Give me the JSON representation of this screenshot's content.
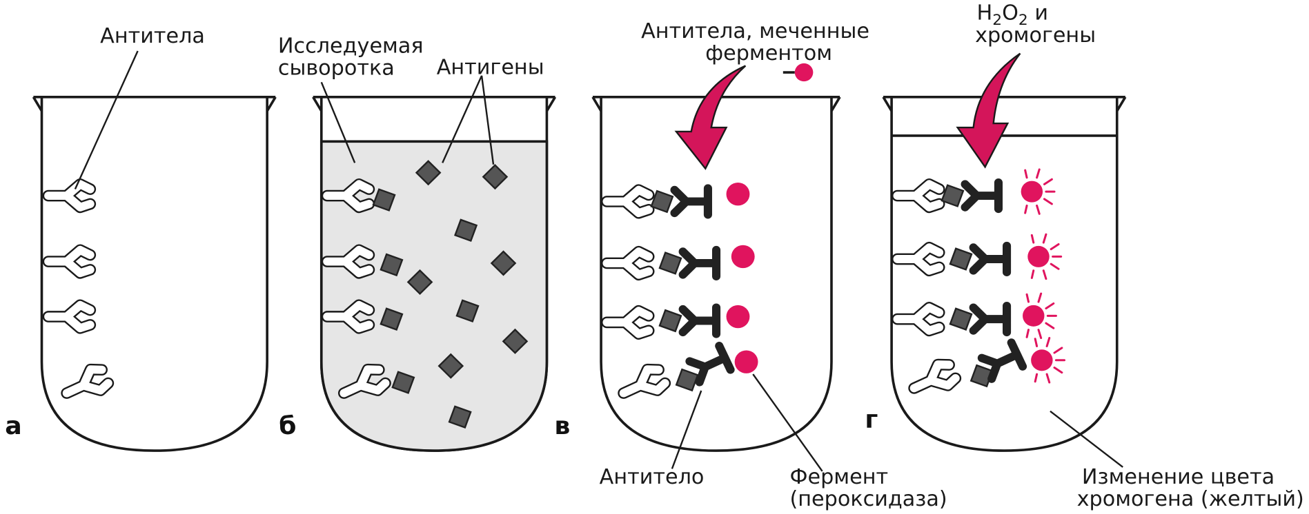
{
  "panels": {
    "a": {
      "letter": "а",
      "label_antibodies": "Антитела"
    },
    "b": {
      "letter": "б",
      "label_serum_line1": "Исследуемая",
      "label_serum_line2": "сыворотка",
      "label_antigens": "Антигены"
    },
    "v": {
      "letter": "в",
      "label_labeled_line1": "Антитела, меченные",
      "label_labeled_line2": "ферментом",
      "label_antibody": "Антитело",
      "label_enzyme_line1": "Фермент",
      "label_enzyme_line2": "(пероксидаза)"
    },
    "g": {
      "letter": "г",
      "label_reagents_h": "H",
      "label_reagents_sub1": "2",
      "label_reagents_o": "O",
      "label_reagents_sub2": "2",
      "label_reagents_and": " и",
      "label_reagents_line2": "хромогены",
      "label_color_line1": "Изменение цвета",
      "label_color_line2": "хромогена (желтый)"
    }
  },
  "colors": {
    "enzyme": "#e0145e",
    "arrow": "#d4155a",
    "antigen": "#555555",
    "serum": "#e6e6e6"
  }
}
